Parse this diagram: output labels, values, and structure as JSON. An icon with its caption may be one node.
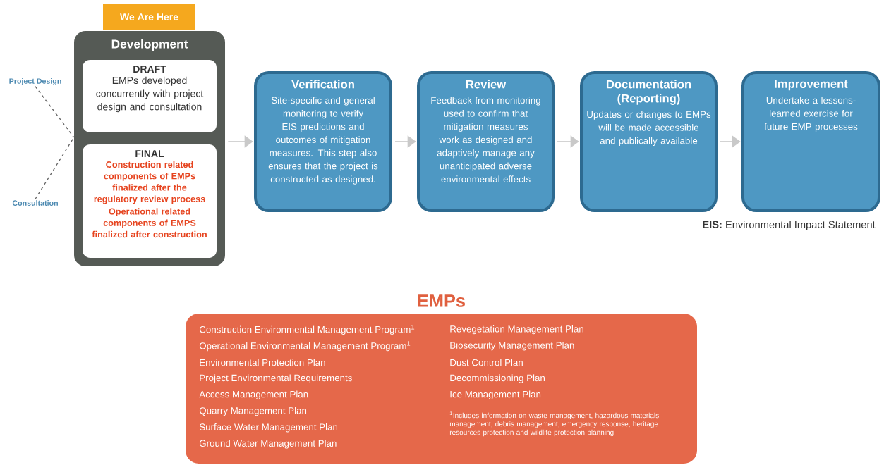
{
  "diagram": {
    "nodes": [
      {
        "text": [
          "We Are Here"
        ]
      },
      {
        "text": [
          "Development"
        ]
      },
      {
        "text": [
          "DRAFT",
          "EMPs developed concurrently with project design and consultation"
        ],
        "in": 1
      },
      {
        "text": [
          "FINAL",
          "Construction related components of EMPs finalized after the regulatory review process",
          "Operational related components of EMPS finalized after construction"
        ],
        "in": 1
      },
      {
        "text": [
          "Project Design"
        ]
      },
      {
        "text": [
          "Consultation"
        ]
      },
      {
        "text": [
          "Verification",
          "Site-specific and general monitoring to verify EIS predictions and outcomes of mitigation measures. This step also ensures that the project is constructed as designed."
        ]
      },
      {
        "text": [
          "Review",
          "Feedback from monitoring used to confirm that mitigation measures work as designed and adaptively manage any unanticipated adverse environmental effects"
        ]
      },
      {
        "text": [
          "Documentation (Reporting)",
          "Updates or changes to EMPs will be made accessible and publically available"
        ]
      },
      {
        "text": [
          "Improvement",
          "Undertake a lessons-learned exercise for future EMP processes"
        ]
      },
      {
        "text": [
          "EMPs",
          "Construction Environmental Management Program$^{1}$",
          "Operational Environmental Management Program$^{1}$",
          "Environmental Protection Plan",
          "Project Environmental Requirements",
          "Access Management Plan",
          "Quarry Management Plan",
          "Surface Water Management Plan",
          "Ground Water Management Plan",
          "Revegetation Management Plan",
          "Biosecurity Management Plan",
          "Dust Control Plan",
          "Decommissioning Plan",
          "Ice Management Plan",
          "$^{1}$Includes information on waste management, hazardous materials management, debris management, emergency response, heritage resources protection and wildlife protection planning"
        ]
      }
    ],
    "edges": [
      {
        "from": 4,
        "to": 1,
        "arrow": "none",
        "style": "dashed",
        "color": "#666666"
      },
      {
        "from": 5,
        "to": 1,
        "arrow": "none",
        "style": "dashed",
        "color": "#666666"
      },
      {
        "from": 1,
        "to": 6,
        "arrow": "to",
        "color": "#c9c9c9"
      },
      {
        "from": 6,
        "to": 7,
        "arrow": "to",
        "color": "#c9c9c9"
      },
      {
        "from": 7,
        "to": 8,
        "arrow": "to",
        "color": "#c9c9c9"
      },
      {
        "from": 8,
        "to": 9,
        "arrow": "to",
        "color": "#c9c9c9"
      }
    ],
    "labels": [
      "**EIS:** Environmental Impact Statement"
    ]
  }
}
